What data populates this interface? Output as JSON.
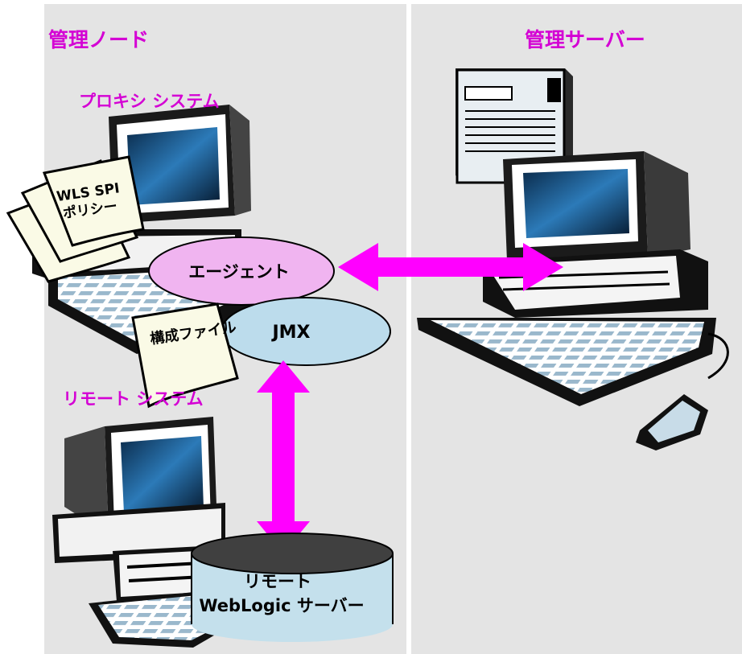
{
  "managed_node": {
    "title": "管理ノード"
  },
  "management_server": {
    "title": "管理サーバー"
  },
  "proxy_system": {
    "title": "プロキシ システム",
    "policy_doc": {
      "line1": "WLS SPI",
      "line2": "ポリシー"
    },
    "agent_label": "エージェント",
    "jmx_label": "JMX",
    "config_doc": "構成ファイル"
  },
  "remote_system": {
    "title": "リモート システム",
    "db": {
      "line1": "リモート",
      "line2": "WebLogic サーバー"
    }
  },
  "colors": {
    "panel_bg": "#e4e4e4",
    "label_magenta": "#d400d4",
    "arrow_magenta": "#ff00ff",
    "agent_fill": "#f0b4f0",
    "jmx_fill": "#bcdcec",
    "db_top": "#404040",
    "db_body": "#c4e0ec",
    "doc_fill": "#fafae6",
    "screen_blue": "#1a5a8a"
  }
}
